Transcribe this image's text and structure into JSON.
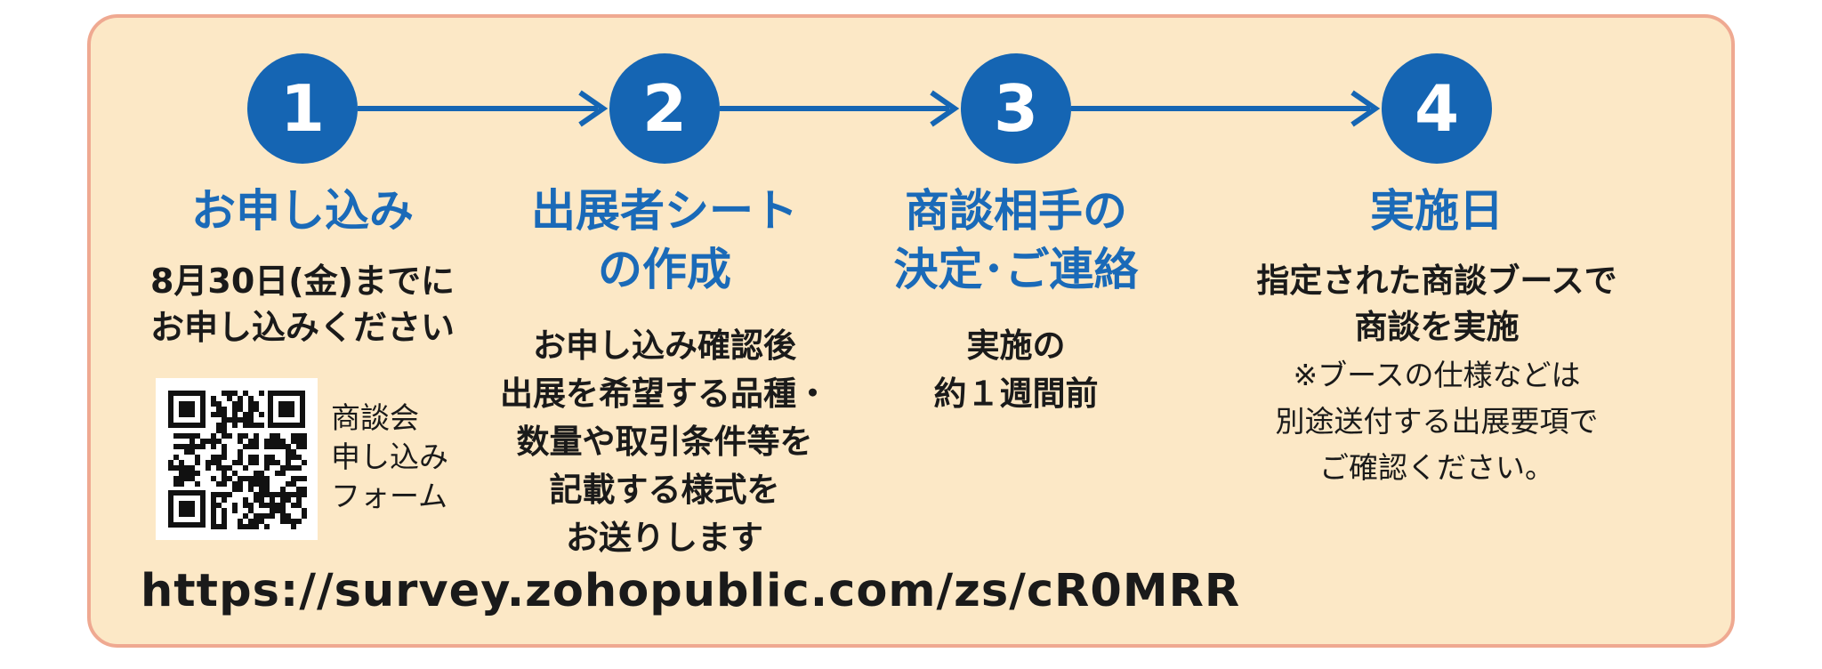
{
  "steps": [
    {
      "number": "1",
      "title_lines": [
        "お申し込み"
      ],
      "body_lines": [
        "8月30日(金)までに",
        "お申し込みください"
      ]
    },
    {
      "number": "2",
      "title_lines": [
        "出展者シート",
        "の作成"
      ],
      "body_lines": [
        "お申し込み確認後",
        "出展を希望する品種・",
        "数量や取引条件等を",
        "記載する様式を",
        "お送りします"
      ]
    },
    {
      "number": "3",
      "title_lines": [
        "商談相手の",
        "決定･ご連絡"
      ],
      "body_lines": [
        "実施の",
        "約１週間前"
      ]
    },
    {
      "number": "4",
      "title_lines": [
        "実施日"
      ],
      "body_lines": [
        "指定された商談ブースで",
        "商談を実施"
      ],
      "note_lines": [
        "※ブースの仕様などは",
        "別途送付する出展要項で",
        "ご確認ください。"
      ]
    }
  ],
  "qr": {
    "label_lines": [
      "商談会",
      "申し込み",
      "フォーム"
    ]
  },
  "url": "https://survey.zohopublic.com/zs/cR0MRR",
  "colors": {
    "background": "#fce8c6",
    "border": "#efa991",
    "accent": "#1565b3",
    "heading": "#1a6ab8",
    "text": "#1a1a1a"
  }
}
